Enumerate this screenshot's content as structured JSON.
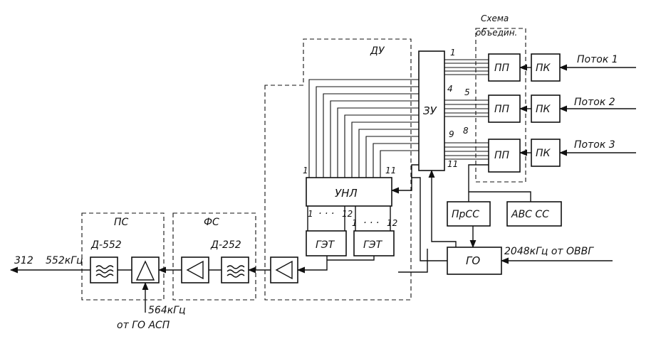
{
  "groups": {
    "ps": "ПС",
    "fs": "ФС",
    "du": "ДУ",
    "merge": [
      "Схема",
      "объедин."
    ]
  },
  "filters": {
    "d552": "Д-552",
    "d252": "Д-252"
  },
  "blocks": {
    "zu": "ЗУ",
    "unl": "УНЛ",
    "get1": "ГЭТ",
    "get2": "ГЭТ",
    "pp1": "ПП",
    "pp2": "ПП",
    "pp3": "ПП",
    "pk1": "ПК",
    "pk2": "ПК",
    "pk3": "ПК",
    "prss": "ПрСС",
    "avcss": "АВС СС",
    "go": "ГО"
  },
  "streams": {
    "s1": "Поток 1",
    "s2": "Поток 2",
    "s3": "Поток 3"
  },
  "signals": {
    "out_312": "312",
    "out_freq": "552кГц",
    "clk_in": "564кГц",
    "clk_src": "от ГО АСП",
    "go_in": "2048кГц от ОВВГ"
  },
  "bus_labels": {
    "zu_1": "1",
    "zu_4": "4",
    "zu_5": "5",
    "zu_8": "8",
    "zu_9": "9",
    "zu_11": "11",
    "unl_1": "1",
    "unl_11": "11",
    "get1_1": "1",
    "get1_dots": "· · ·",
    "get1_12": "12",
    "get2_1": "1",
    "get2_dots": "· · ·",
    "get2_12": "12"
  },
  "icons": [
    "filter-symbol-icon",
    "amplifier-triangle-icon",
    "arrow-icon"
  ]
}
